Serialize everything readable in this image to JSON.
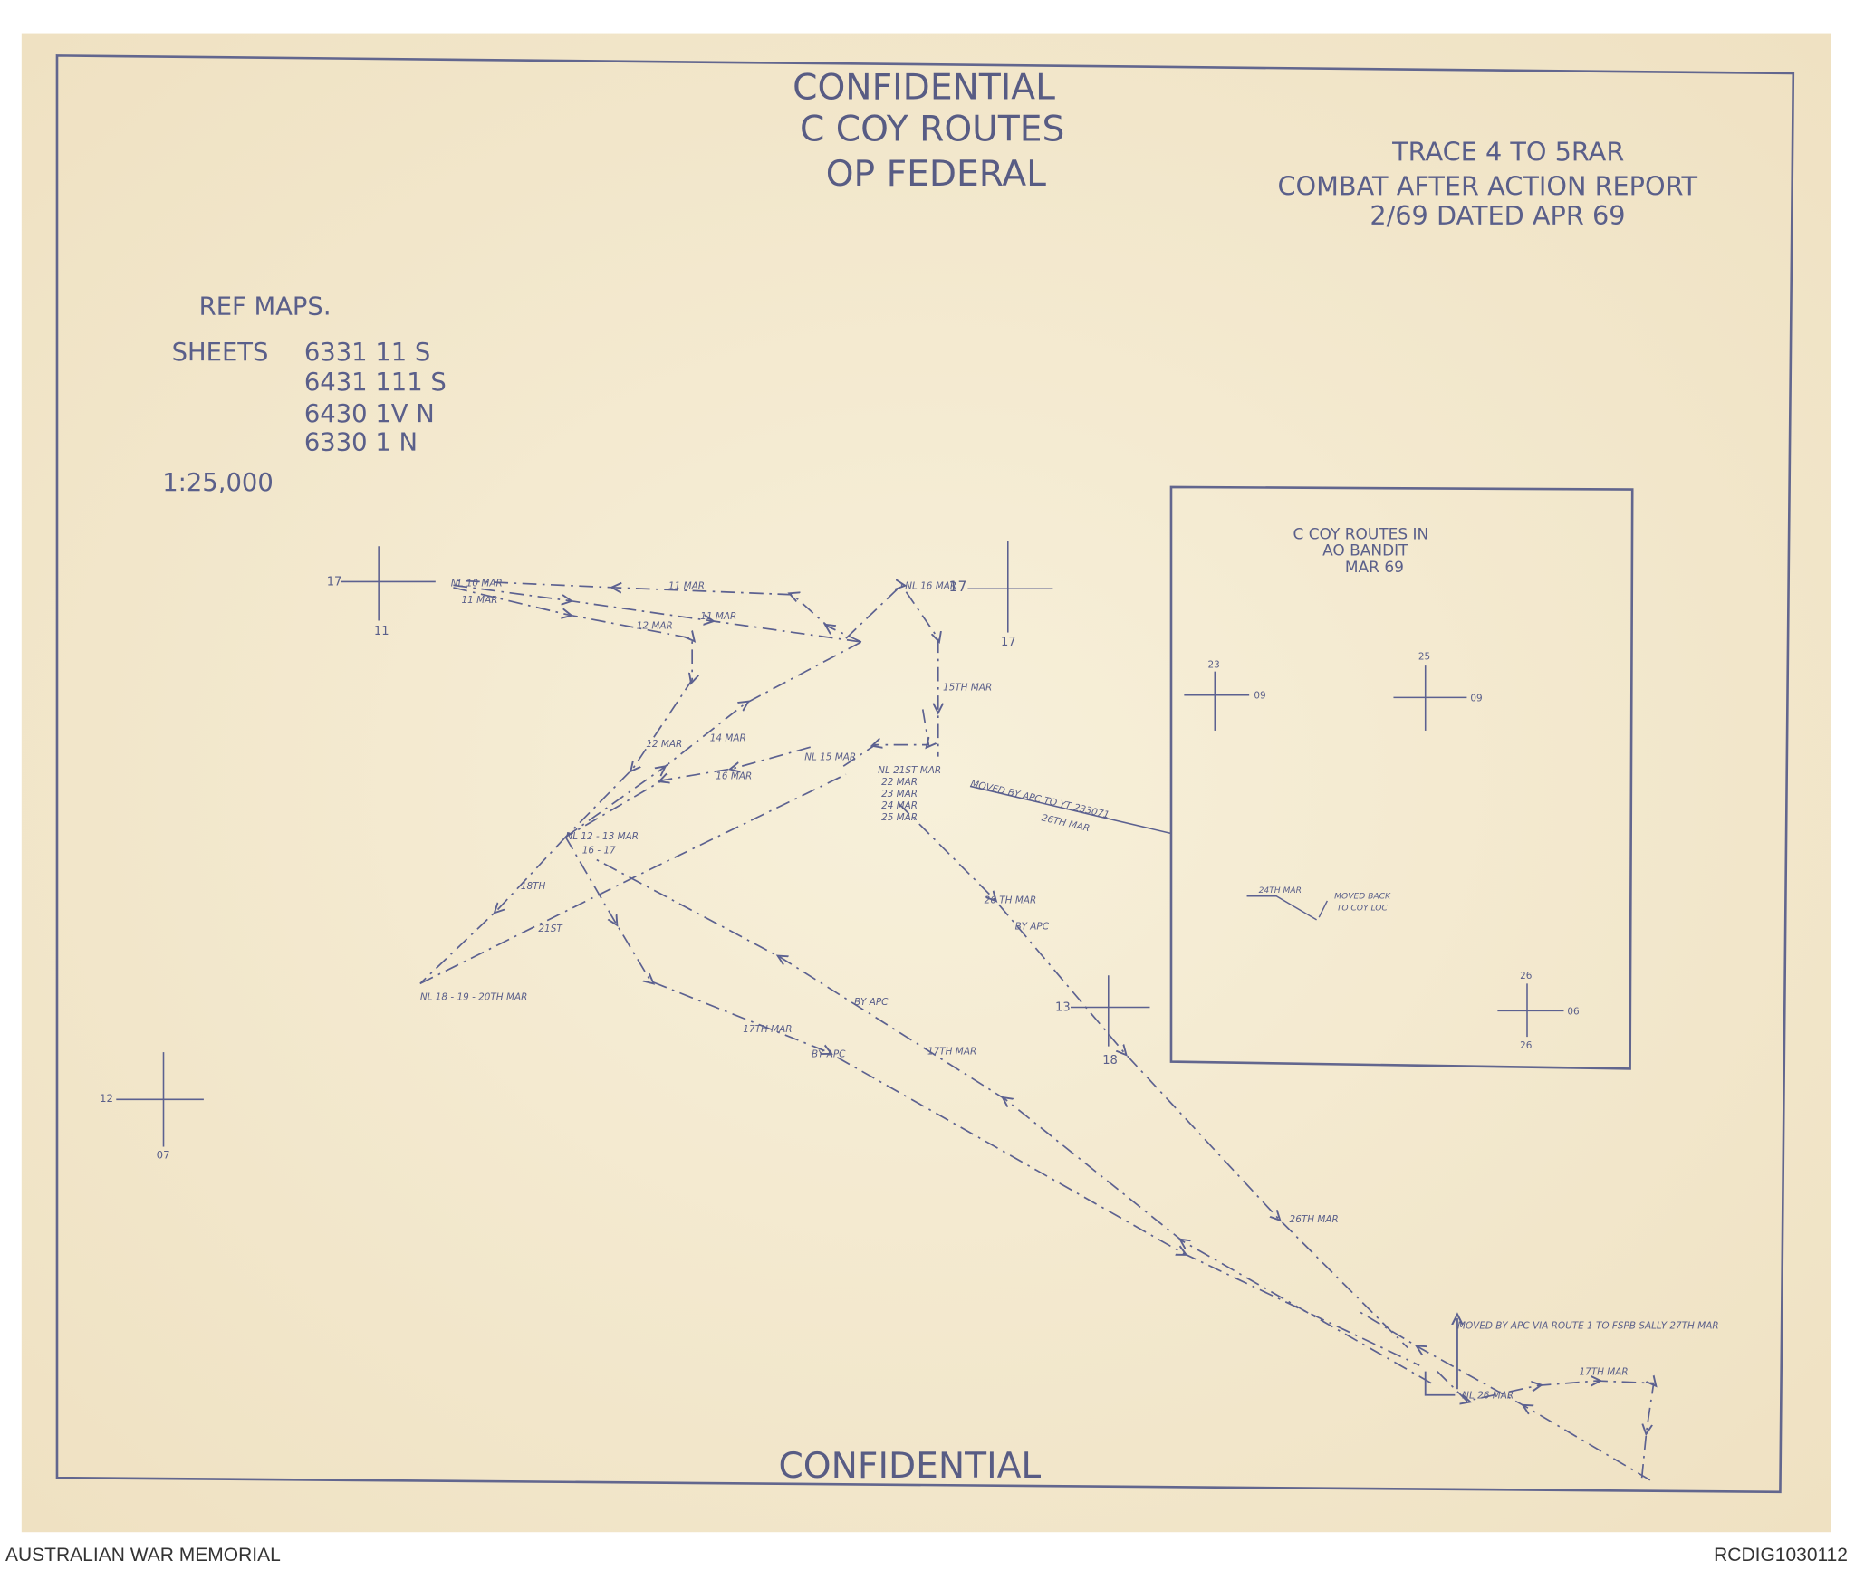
{
  "header": {
    "line1": "CONFIDENTIAL",
    "line2": "C COY ROUTES",
    "line3": "OP FEDERAL"
  },
  "trace": {
    "line1": "TRACE 4  TO  5RAR",
    "line2": "COMBAT AFTER  ACTION REPORT",
    "line3": "2/69  DATED  APR  69"
  },
  "ref_maps": {
    "heading": "REF MAPS.",
    "sheets_label": "SHEETS",
    "sheets": [
      "6331 11  S",
      "6431 111  S",
      "6430 1V  N",
      "6330 1  N"
    ],
    "scale": "1:25,000"
  },
  "grid_refs": [
    {
      "h": "17",
      "v": "11"
    },
    {
      "h": "17",
      "v": "17"
    },
    {
      "h": "12",
      "v": "07"
    },
    {
      "h": "13",
      "v": "18"
    }
  ],
  "route_labels": {
    "nl_10": "NL 10 MAR",
    "nl_10b": "11 MAR",
    "mar11a": "11 MAR",
    "mar11b": "11 MAR",
    "mar12": "12 MAR",
    "mar12b": "12 MAR",
    "nl_16": "NL 16 MAR",
    "mar15": "15TH MAR",
    "mar14": "14 MAR",
    "mar16": "16 MAR",
    "nl_15": "NL 15 MAR",
    "nl_21": [
      "NL 21ST MAR",
      "22 MAR",
      "23 MAR",
      "24 MAR",
      "25 MAR"
    ],
    "nl_12": "NL 12 - 13 MAR",
    "nl_12b": "16 - 17",
    "th18": "18TH",
    "st21": "21ST",
    "nl_18": "NL 18 - 19 - 20TH MAR",
    "moved_apc": "MOVED BY APC  TO  YT  233071",
    "moved_apc_date": "26TH MAR",
    "mar26a": "26 TH MAR",
    "by_apc1": "BY APC",
    "by_apc2": "BY APC",
    "by_apc3": "BY APC",
    "mar17a": "17TH MAR",
    "mar17b": "17TH MAR",
    "mar26b": "26TH MAR",
    "nl_26": "NL 26 MAR",
    "mar17c": "17TH MAR",
    "moved_sally": "MOVED BY APC VIA ROUTE 1  TO FSPB SALLY  27TH MAR"
  },
  "inset": {
    "title1": "C COY  ROUTES  IN",
    "title2": "AO   BANDIT",
    "title3": "MAR  69",
    "grid_refs": [
      {
        "v": "23",
        "h": "09"
      },
      {
        "v": "25",
        "h": "09"
      },
      {
        "v": "26",
        "h": "06",
        "v2": "26"
      }
    ],
    "mar24": "24TH MAR",
    "moved_back": "MOVED BACK",
    "moved_back2": "TO COY LOC"
  },
  "footer_mark": "CONFIDENTIAL",
  "footer": {
    "left": "AUSTRALIAN WAR MEMORIAL",
    "right": "RCDIG1030112"
  }
}
